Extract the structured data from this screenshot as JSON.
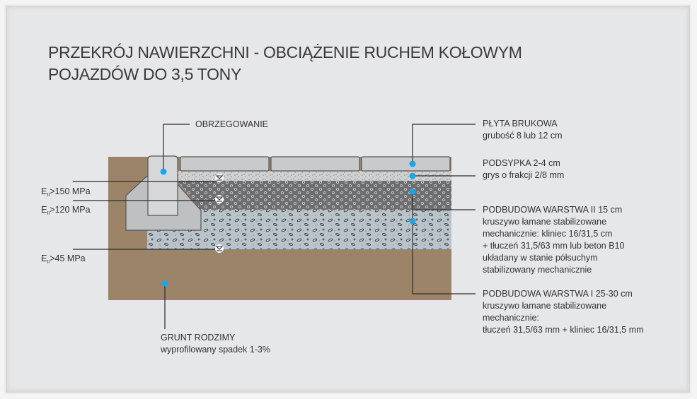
{
  "title": {
    "line1": "PRZEKRÓJ NAWIERZCHNI - OBCIĄŻENIE RUCHEM KOŁOWYM",
    "line2": "POJAZDÓW DO 3,5 TONY"
  },
  "labels": {
    "curb": "OBRZEGOWANIE",
    "paver_title": "PŁYTA BRUKOWA",
    "paver_desc": "grubość 8 lub 12 cm",
    "bedding_title": "PODSYPKA 2-4 cm",
    "bedding_desc": "grys o frakcji 2/8 mm",
    "base2_title": "PODBUDOWA WARSTWA II 15 cm",
    "base2_desc": [
      "kruszywo łamane stabilizowane",
      "mechanicznie: kliniec 16/31,5 cm",
      "+ tłuczeń 31,5/63 mm lub beton B10",
      "układany w stanie półsuchym",
      "stabilizowany mechanicznie"
    ],
    "base1_title": "PODBUDOWA WARSTWA I 25-30 cm",
    "base1_desc": [
      "kruszywo łamane stabilizowane",
      "mechanicznie:",
      "tłuczeń 31,5/63 mm + kliniec 16/31,5 mm"
    ],
    "soil_title": "GRUNT RODZIMY",
    "soil_desc": "wyprofilowany spadek 1-3%"
  },
  "moduli": [
    {
      "symbol": "E",
      "sub": "II",
      "value": ">150 MPa"
    },
    {
      "symbol": "E",
      "sub": "II",
      "value": ">120 MPa"
    },
    {
      "symbol": "E",
      "sub": "II",
      "value": ">45 MPa"
    }
  ],
  "colors": {
    "background": "#e6e7e9",
    "soil": "#9c8468",
    "paver": "#c9cacc",
    "curb": "#d6d7d9",
    "bedding": "#cfd0d0",
    "base2": "#6d6e70",
    "base1": "#b9c3ca",
    "accent_dot": "#1ea5e6"
  }
}
